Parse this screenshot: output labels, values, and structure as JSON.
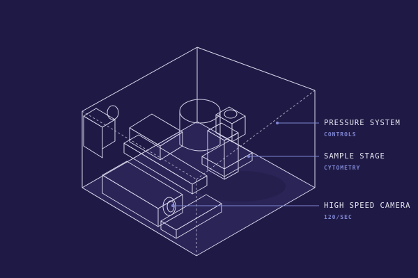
{
  "colors": {
    "background": "#1f1a45",
    "line": "#d9d6ec",
    "accent": "#7f86d4"
  },
  "callouts": [
    {
      "title": "PRESSURE SYSTEM",
      "subtitle": "CONTROLS"
    },
    {
      "title": "SAMPLE STAGE",
      "subtitle": "CYTOMETRY"
    },
    {
      "title": "HIGH SPEED CAMERA",
      "subtitle": "120/SEC"
    }
  ]
}
